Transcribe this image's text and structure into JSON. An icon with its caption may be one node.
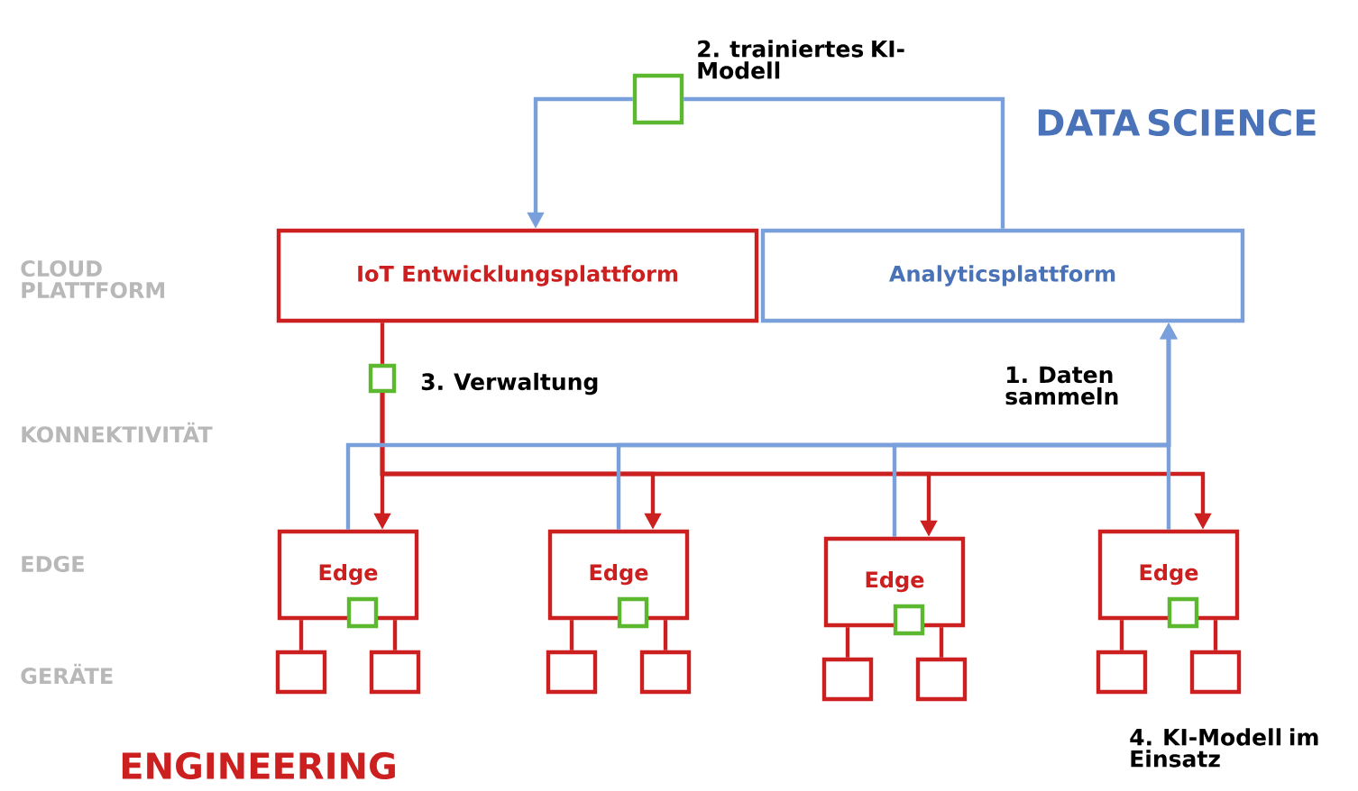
{
  "diagram": {
    "nodes": [
      {
        "text": [
          "IoT Entwicklungsplattform"
        ]
      },
      {
        "text": [
          "Analyticsplattform"
        ]
      },
      {
        "text": [],
        "shape": "box",
        "beside": [
          "2. trainiertes KI-Modell"
        ]
      },
      {
        "text": [],
        "shape": "box",
        "beside": [
          "3. Verwaltung"
        ]
      },
      {
        "text": [
          "Edge"
        ]
      },
      {
        "text": [
          "Edge"
        ]
      },
      {
        "text": [
          "Edge"
        ]
      },
      {
        "text": [
          "Edge"
        ]
      },
      {
        "text": [],
        "shape": "box",
        "in": 4
      },
      {
        "text": [],
        "shape": "box",
        "in": 5
      },
      {
        "text": [],
        "shape": "box",
        "in": 6
      },
      {
        "text": [],
        "shape": "box",
        "in": 7
      },
      {
        "text": [],
        "shape": "box"
      },
      {
        "text": [],
        "shape": "box"
      },
      {
        "text": [],
        "shape": "box"
      },
      {
        "text": [],
        "shape": "box"
      },
      {
        "text": [],
        "shape": "box"
      },
      {
        "text": [],
        "shape": "box"
      },
      {
        "text": [],
        "shape": "box"
      },
      {
        "text": [],
        "shape": "box"
      }
    ],
    "edges": [
      {
        "from": 1,
        "to": 2,
        "arrow": "none",
        "color": "#7aa0dc"
      },
      {
        "from": 2,
        "to": 0,
        "arrow": "to",
        "color": "#7aa0dc"
      },
      {
        "from": 0,
        "to": 3,
        "arrow": "none"
      },
      {
        "from": 3,
        "to": 4,
        "arrow": "to"
      },
      {
        "from": 3,
        "to": 5,
        "arrow": "to"
      },
      {
        "from": 3,
        "to": 6,
        "arrow": "to"
      },
      {
        "from": 3,
        "to": 7,
        "arrow": "to"
      },
      {
        "from": 4,
        "to": 1,
        "arrow": "to",
        "color": "#7aa0dc"
      },
      {
        "from": 5,
        "to": 1,
        "arrow": "to",
        "color": "#7aa0dc"
      },
      {
        "from": 6,
        "to": 1,
        "arrow": "to",
        "color": "#7aa0dc"
      },
      {
        "from": 7,
        "to": 1,
        "arrow": "to",
        "color": "#7aa0dc"
      },
      {
        "from": 4,
        "to": 12,
        "arrow": "none"
      },
      {
        "from": 4,
        "to": 13,
        "arrow": "none"
      },
      {
        "from": 5,
        "to": 14,
        "arrow": "none"
      },
      {
        "from": 5,
        "to": 15,
        "arrow": "none"
      },
      {
        "from": 6,
        "to": 16,
        "arrow": "none"
      },
      {
        "from": 6,
        "to": 17,
        "arrow": "none"
      },
      {
        "from": 7,
        "to": 18,
        "arrow": "none"
      },
      {
        "from": 7,
        "to": 19,
        "arrow": "none"
      }
    ],
    "labels": [
      "DATA SCIENCE",
      "CLOUD PLATTFORM",
      "1. Daten sammeln",
      "KONNEKTIVITÄT",
      "EDGE",
      "GERÄTE",
      "4. KI-Modell im Einsatz",
      "ENGINEERING"
    ]
  }
}
